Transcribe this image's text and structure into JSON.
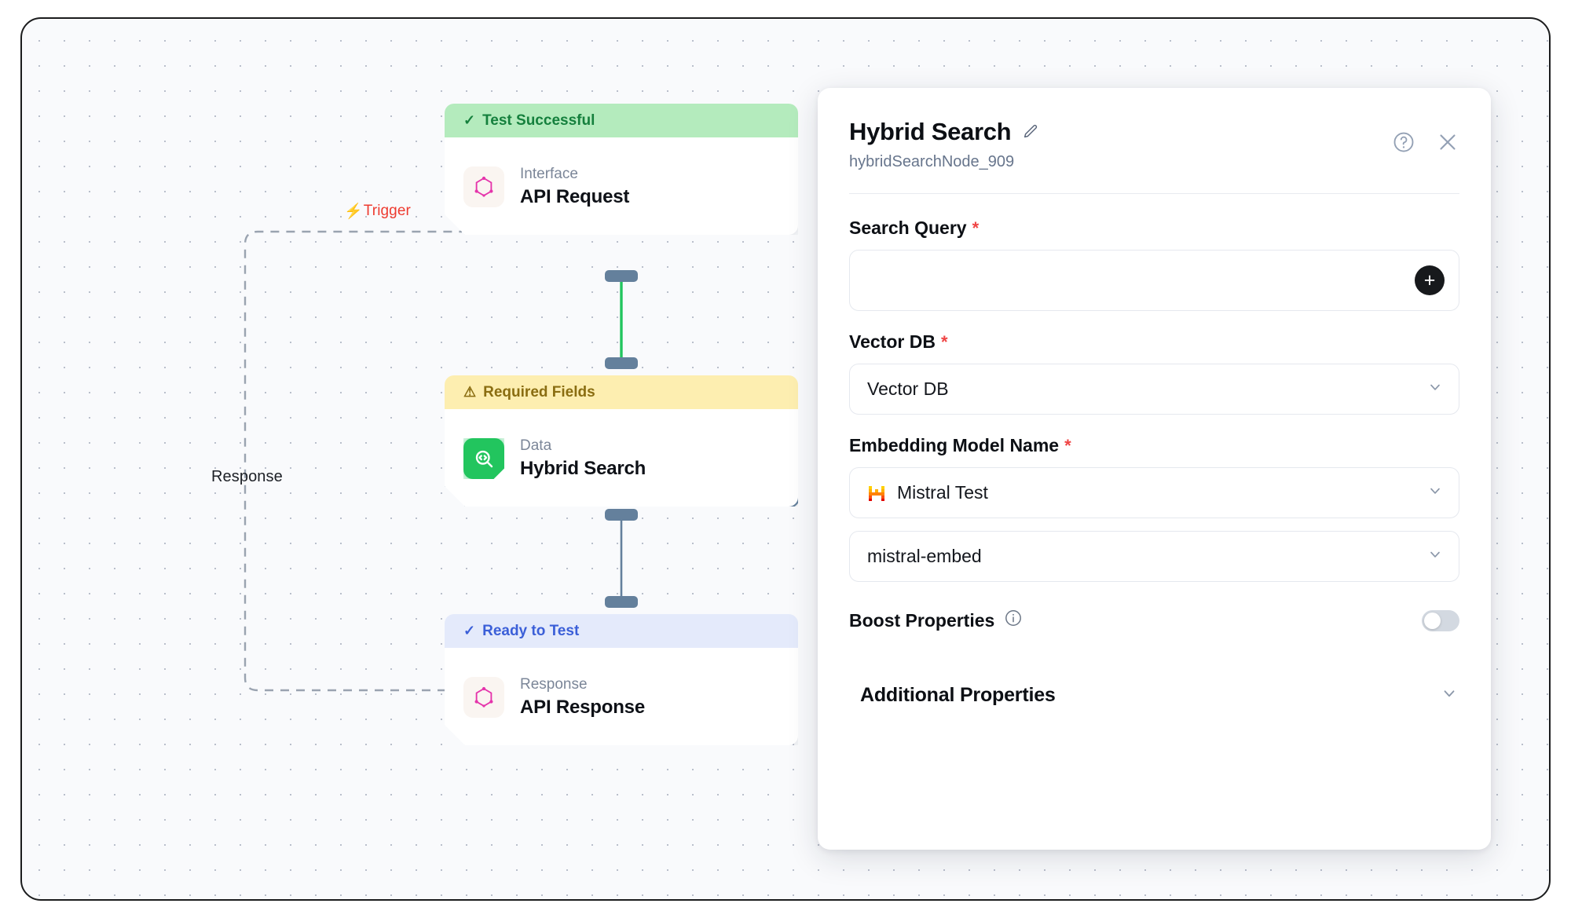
{
  "canvas": {
    "edge_labels": {
      "trigger": "Trigger",
      "trigger_icon": "lightning-bolt-icon",
      "response": "Response"
    },
    "nodes": [
      {
        "status": "Test Successful",
        "status_icon": "check-icon",
        "status_type": "success",
        "kind": "Interface",
        "title": "API Request",
        "icon": "graphql-icon",
        "selected": false
      },
      {
        "status": "Required Fields",
        "status_icon": "warning-triangle-icon",
        "status_type": "warning",
        "kind": "Data",
        "title": "Hybrid Search",
        "icon": "hybrid-search-icon",
        "selected": true
      },
      {
        "status": "Ready to Test",
        "status_icon": "check-icon",
        "status_type": "ready",
        "kind": "Response",
        "title": "API Response",
        "icon": "graphql-icon",
        "selected": false
      }
    ]
  },
  "panel": {
    "title": "Hybrid Search",
    "edit_icon": "pencil-icon",
    "subtitle": "hybridSearchNode_909",
    "help_icon": "question-circle-icon",
    "close_icon": "close-icon",
    "fields": {
      "search_query": {
        "label": "Search Query",
        "required_marker": "*",
        "value": "",
        "placeholder": "",
        "add_button": "+"
      },
      "vector_db": {
        "label": "Vector DB",
        "required_marker": "*",
        "value": "Vector DB",
        "chevron_icon": "chevron-down-icon"
      },
      "embedding_model": {
        "label": "Embedding Model Name",
        "required_marker": "*",
        "provider_value": "Mistral Test",
        "provider_icon": "mistral-logo-icon",
        "model_value": "mistral-embed",
        "chevron_icon": "chevron-down-icon"
      },
      "boost_properties": {
        "label": "Boost Properties",
        "info_icon": "info-circle-icon",
        "enabled": false
      },
      "additional_properties": {
        "label": "Additional Properties",
        "chevron_icon": "chevron-down-icon"
      }
    }
  },
  "colors": {
    "success_bg": "#b4ebbd",
    "success_fg": "#15803d",
    "warning_bg": "#fdeeb0",
    "warning_fg": "#8a6d11",
    "ready_bg": "#e4eafb",
    "ready_fg": "#3b5fd8",
    "trigger": "#ee3b30",
    "required": "#ef4444",
    "edge_green": "#22c55e",
    "handle": "#64809c"
  }
}
